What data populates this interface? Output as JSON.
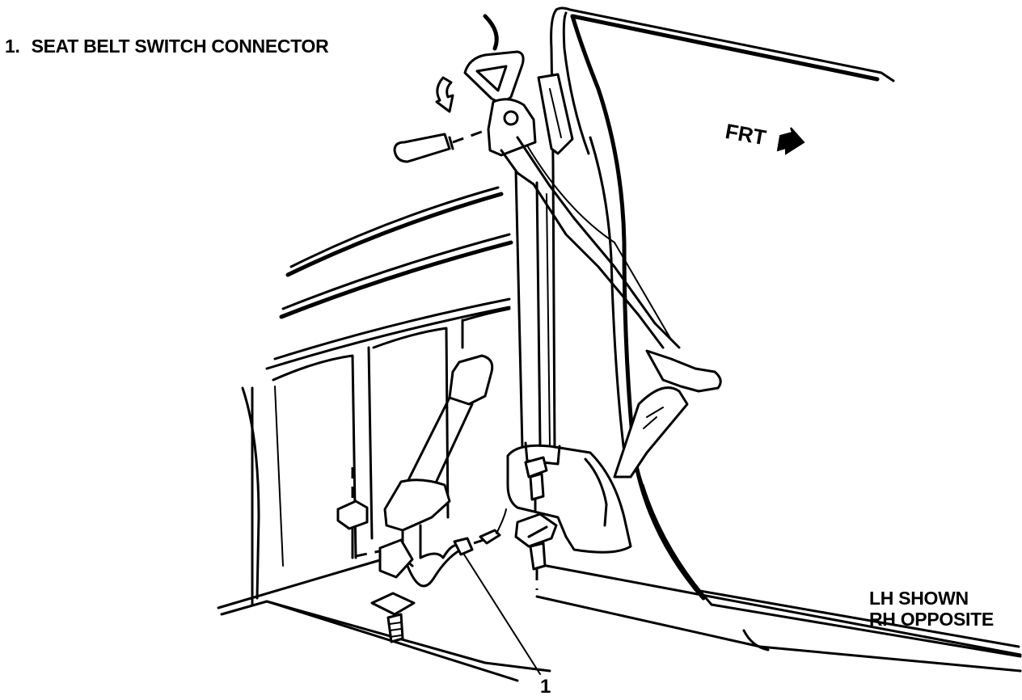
{
  "legend": {
    "items": [
      {
        "number": "1.",
        "label": "SEAT BELT SWITCH CONNECTOR"
      }
    ]
  },
  "direction": {
    "label": "FRT",
    "icon": "arrow-right-icon"
  },
  "note": {
    "line1": "LH SHOWN",
    "line2": "RH OPPOSITE"
  },
  "callouts": [
    {
      "label": "1"
    }
  ]
}
